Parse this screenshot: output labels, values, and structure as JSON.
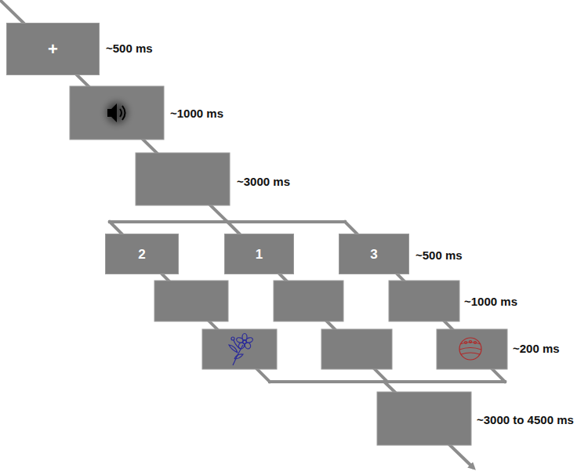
{
  "diagram": {
    "nodes": [
      {
        "text": [
          "+"
        ]
      },
      {
        "text": [
          "2"
        ]
      },
      {
        "text": [
          "1"
        ]
      },
      {
        "text": [
          "3"
        ]
      }
    ],
    "labels": [
      "~500 ms",
      "~1000 ms",
      "~3000 ms",
      "~500 ms",
      "~1000 ms",
      "~200 ms",
      "~3000 to 4500 ms"
    ]
  }
}
